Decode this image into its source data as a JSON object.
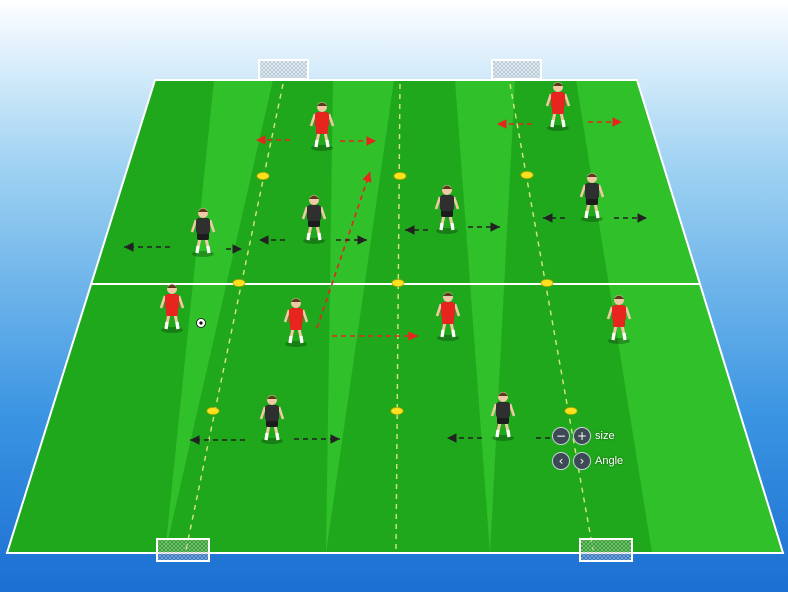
{
  "colors": {
    "pitch_light": "#2fc02a",
    "pitch_dark": "#1fa81c",
    "line": "#ffffff",
    "guide_line": "#d8e87a",
    "team_red": "#e8241f",
    "team_dark": "#2f2f2f",
    "cone": "#ffe21f",
    "arrow_red": "#e8241f",
    "arrow_dark": "#222222"
  },
  "players": [
    {
      "team": "red",
      "role": "red-player"
    },
    {
      "team": "red",
      "role": "red-player"
    },
    {
      "team": "red",
      "role": "red-player-with-ball"
    },
    {
      "team": "red",
      "role": "red-player"
    },
    {
      "team": "red",
      "role": "red-player"
    },
    {
      "team": "red",
      "role": "red-player"
    },
    {
      "team": "dark",
      "role": "dark-player"
    },
    {
      "team": "dark",
      "role": "dark-player"
    },
    {
      "team": "dark",
      "role": "dark-player"
    },
    {
      "team": "dark",
      "role": "dark-player"
    },
    {
      "team": "dark",
      "role": "dark-player"
    },
    {
      "team": "dark",
      "role": "dark-player"
    }
  ],
  "controls": {
    "size_label": "size",
    "angle_label": "Angle",
    "minus_icon": "−",
    "plus_icon": "+",
    "left_icon": "‹",
    "right_icon": "›"
  }
}
